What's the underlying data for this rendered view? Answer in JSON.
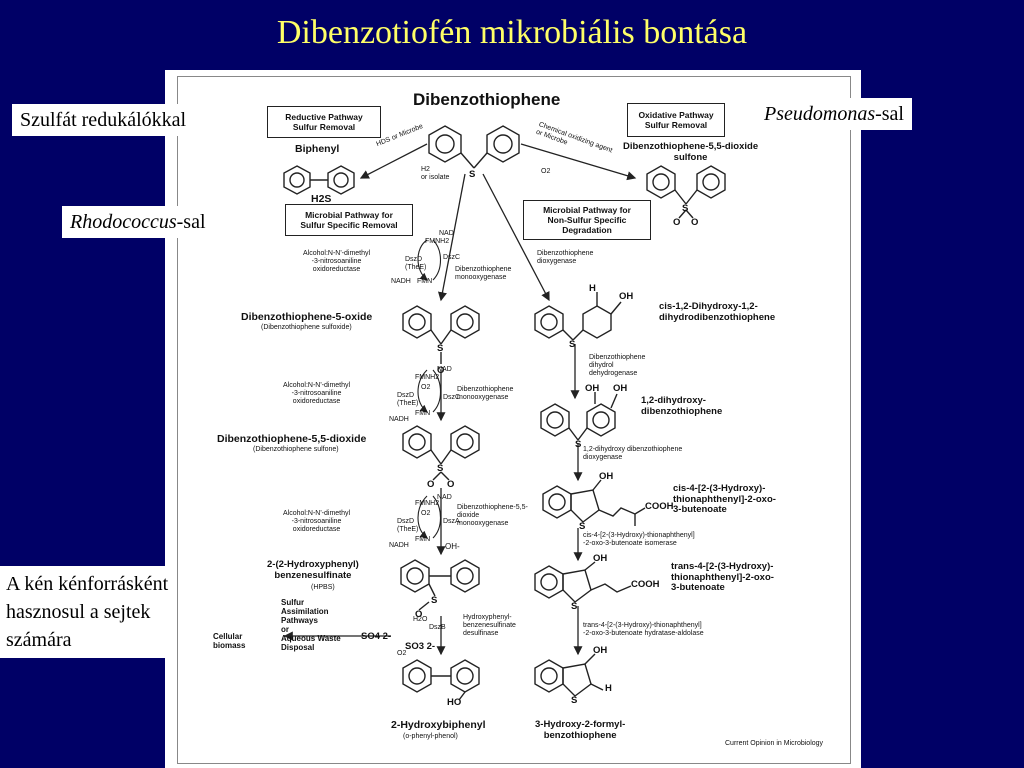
{
  "slide": {
    "title": "Dibenzotiofén mikrobiális bontása"
  },
  "annotations": {
    "top_left": "Szulfát redukálókkal",
    "top_right_italic": "Pseudomonas",
    "top_right_suffix": "-sal",
    "mid_left_italic": "Rhodococcus",
    "mid_left_suffix": "-sal",
    "bottom_left": "A kén kénforrásként hasznosul a sejtek számára"
  },
  "figure": {
    "heading": "Dibenzothiophene",
    "boxes": {
      "reductive": "Reductive Pathway\nSulfur Removal",
      "oxidative": "Oxidative Pathway\nSulfur Removal",
      "microbial_specific": "Microbial Pathway for\nSulfur Specific Removal",
      "microbial_nonspecific": "Microbial Pathway for\nNon-Sulfur Specific\nDegradation"
    },
    "compounds": {
      "biphenyl": "Biphenyl",
      "h2s": "H2S",
      "dbt_dioxide_top": "Dibenzothiophene-5,5-dioxide\nsulfone",
      "dbt_5_oxide": "Dibenzothiophene-5-oxide",
      "dbt_5_oxide_sub": "(Dibenzothiophene sulfoxide)",
      "dbt_55_dioxide": "Dibenzothiophene-5,5-dioxide",
      "dbt_55_dioxide_sub": "(Dibenzothiophene sulfone)",
      "hpbs": "2-(2-Hydroxyphenyl)\nbenzenesulfinate",
      "hpbs_sub": "(HPBS)",
      "hydroxybiphenyl": "2-Hydroxybiphenyl",
      "hydroxybiphenyl_sub": "(o-phenyl-phenol)",
      "cis_dihydroxy": "cis-1,2-Dihydroxy-1,2-\ndihydrodibenzothiophene",
      "dihydroxy": "1,2-dihydroxy-\ndibenzothiophene",
      "cis_butenoate": "cis-4-[2-(3-Hydroxy)-\nthionaphthenyl]-2-oxo-\n3-butenoate",
      "trans_butenoate": "trans-4-[2-(3-Hydroxy)-\nthionaphthenyl]-2-oxo-\n3-butenoate",
      "formyl": "3-Hydroxy-2-formyl-\nbenzothiophene",
      "cellular_biomass": "Cellular\nbiomass",
      "sulfur_assimilation": "Sulfur\nAssimilation\nPathways\nor\nAqueous Waste\nDisposal"
    },
    "enzymes": {
      "hds": "HDS or Microbe",
      "h2_isolate": "H2\nor isolate",
      "chem_oxidizing": "Chemical oxidizing agent\nor Microbe",
      "o2": "O2",
      "dbt_monooxygenase_1": "Dibenzothiophene\nmonooxygenase",
      "dbt_dioxygenase": "Dibenzothiophene\ndioxygenase",
      "alcohol_1": "Alcohol:N-N'-dimethyl\n-3-nitrosoaniline\noxidoreductase",
      "alcohol_2": "Alcohol:N-N'-dimethyl\n-3-nitrosoaniline\noxidoreductase",
      "alcohol_3": "Alcohol:N-N'-dimethyl\n-3-nitrosoaniline\noxidoreductase",
      "dbt_monooxygenase_2": "Dibenzothiophene\nmonooxygenase",
      "dbt_dioxide_monooxygenase": "Dibenzothiophene-5,5-\ndioxide\nmonooxygenase",
      "hpbs_desulfinase": "Hydroxyphenyl-\nbenzenesulfinate\ndesulfinase",
      "diol_dehydrogenase": "Dibenzothiophene\ndihydrol\ndehydrogenase",
      "dihydroxy_dioxygenase": "1,2-dihydroxy dibenzothiophene\ndioxygenase",
      "isomerase": "cis-4-[2-(3-Hydroxy)-thionaphthenyl]\n-2-oxo-3-butenoate isomerase",
      "hydratase": "trans-4-[2-(3-Hydroxy)-thionaphthenyl]\n-2-oxo-3-butenoate hydratase-aldolase"
    },
    "cofactors": {
      "fmnh2": "FMNH2",
      "fmn": "FMN",
      "nadh": "NADH",
      "nad": "NAD",
      "o2": "O2",
      "dszd": "DszD\n(TheE)",
      "dszc": "DszC",
      "dsza": "DszA",
      "dszb": "DszB",
      "h2o": "H2O",
      "oh_minus": "OH-",
      "so4": "SO4 2-",
      "so3": "SO3 2-",
      "o2_small": "O2"
    },
    "atoms": {
      "s": "S",
      "o": "O",
      "oh": "OH",
      "h": "H",
      "cooh": "COOH",
      "ho": "HO"
    },
    "credit": "Current Opinion in Microbiology"
  }
}
